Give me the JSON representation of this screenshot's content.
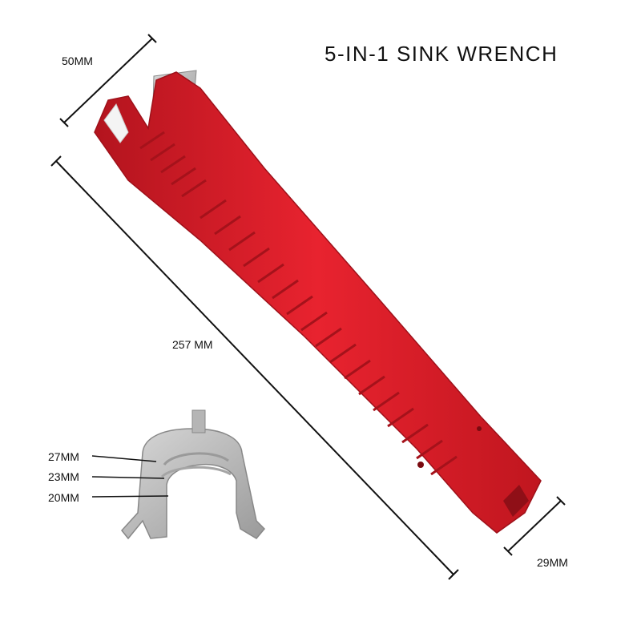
{
  "title": "5-IN-1 SINK WRENCH",
  "dimensions": {
    "width_top": "50MM",
    "length": "257 MM",
    "width_bottom": "29MM"
  },
  "head_sizes": [
    "27MM",
    "23MM",
    "20MM"
  ],
  "colors": {
    "body": "#e01e2b",
    "body_dark": "#a8121c",
    "metal": "#bfbfbf",
    "metal_dark": "#8a8a8a",
    "line": "#111111"
  }
}
